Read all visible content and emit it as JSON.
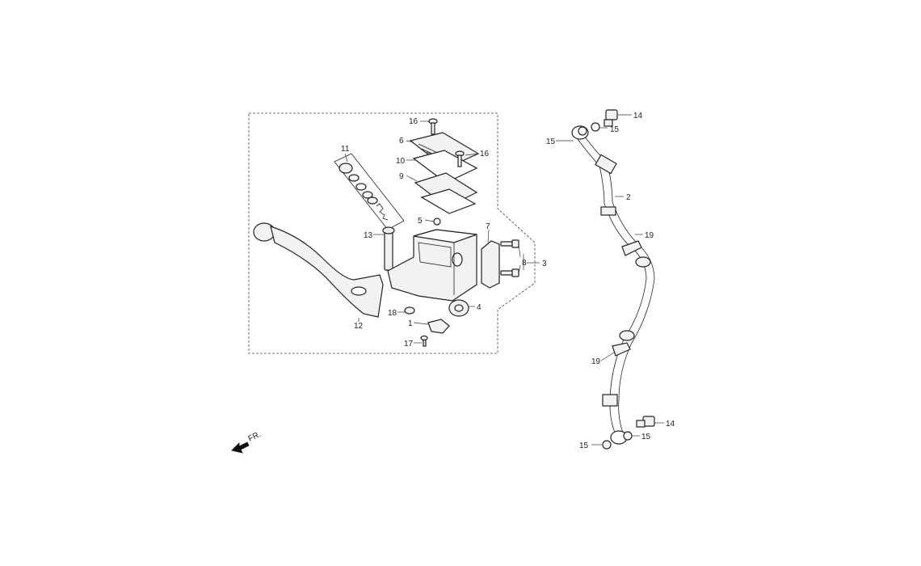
{
  "diagram": {
    "labels": {
      "l1": "1",
      "l2": "2",
      "l3": "3",
      "l4": "4",
      "l5": "5",
      "l6": "6",
      "l7": "7",
      "l8": "8",
      "l9": "9",
      "l10": "10",
      "l11": "11",
      "l12": "12",
      "l13": "13",
      "l14a": "14",
      "l14b": "14",
      "l15a": "15",
      "l15b": "15",
      "l15c": "15",
      "l15d": "15",
      "l16a": "16",
      "l16b": "16",
      "l17": "17",
      "l18": "18",
      "l19a": "19",
      "l19b": "19"
    },
    "direction": "FR."
  }
}
